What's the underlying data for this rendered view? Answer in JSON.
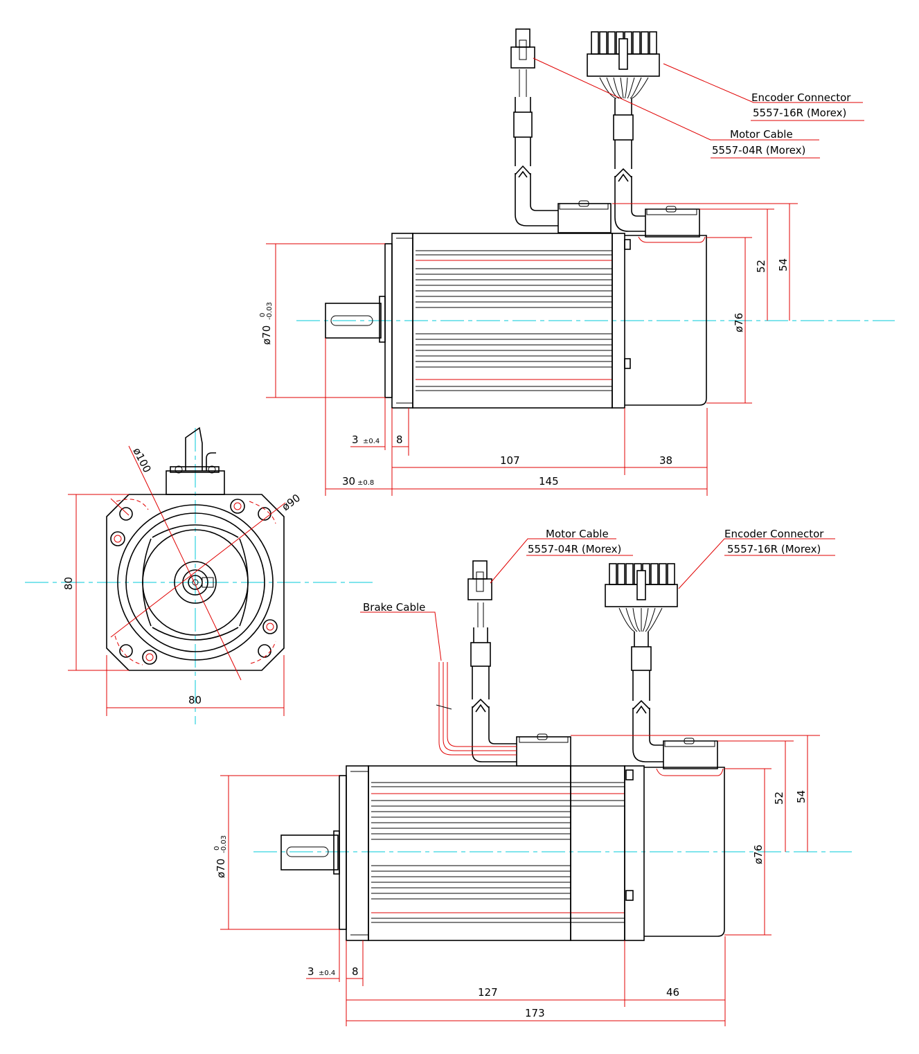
{
  "labels": {
    "top_encoder_name": "Encoder Connector",
    "top_encoder_part": "5557-16R (Morex)",
    "top_motor_name": "Motor Cable",
    "top_motor_part": "5557-04R (Morex)",
    "bottom_motor_name": "Motor Cable",
    "bottom_motor_part": "5557-04R (Morex)",
    "bottom_encoder_name": "Encoder Connector",
    "bottom_encoder_part": "5557-16R (Morex)",
    "brake_cable": "Brake Cable"
  },
  "top_dims": {
    "d70": "ø70",
    "d70_tol_upper": "0",
    "d70_tol_lower": "-0.03",
    "d76": "ø76",
    "h52": "52",
    "h54": "54",
    "flange_gap": "3",
    "flange_gap_tol": "±0.4",
    "flange_thk": "8",
    "body": "107",
    "encoder": "38",
    "shaft": "30",
    "shaft_tol": "±0.8",
    "total": "145"
  },
  "front_dims": {
    "pcd": "ø100",
    "pilot": "ø90",
    "height": "80",
    "width": "80"
  },
  "bottom_dims": {
    "d70": "ø70",
    "d70_tol_upper": "0",
    "d70_tol_lower": "-0.03",
    "d76": "ø76",
    "h52": "52",
    "h54": "54",
    "flange_gap": "3",
    "flange_gap_tol": "±0.4",
    "flange_thk": "8",
    "body": "127",
    "encoder": "46",
    "total": "173"
  }
}
